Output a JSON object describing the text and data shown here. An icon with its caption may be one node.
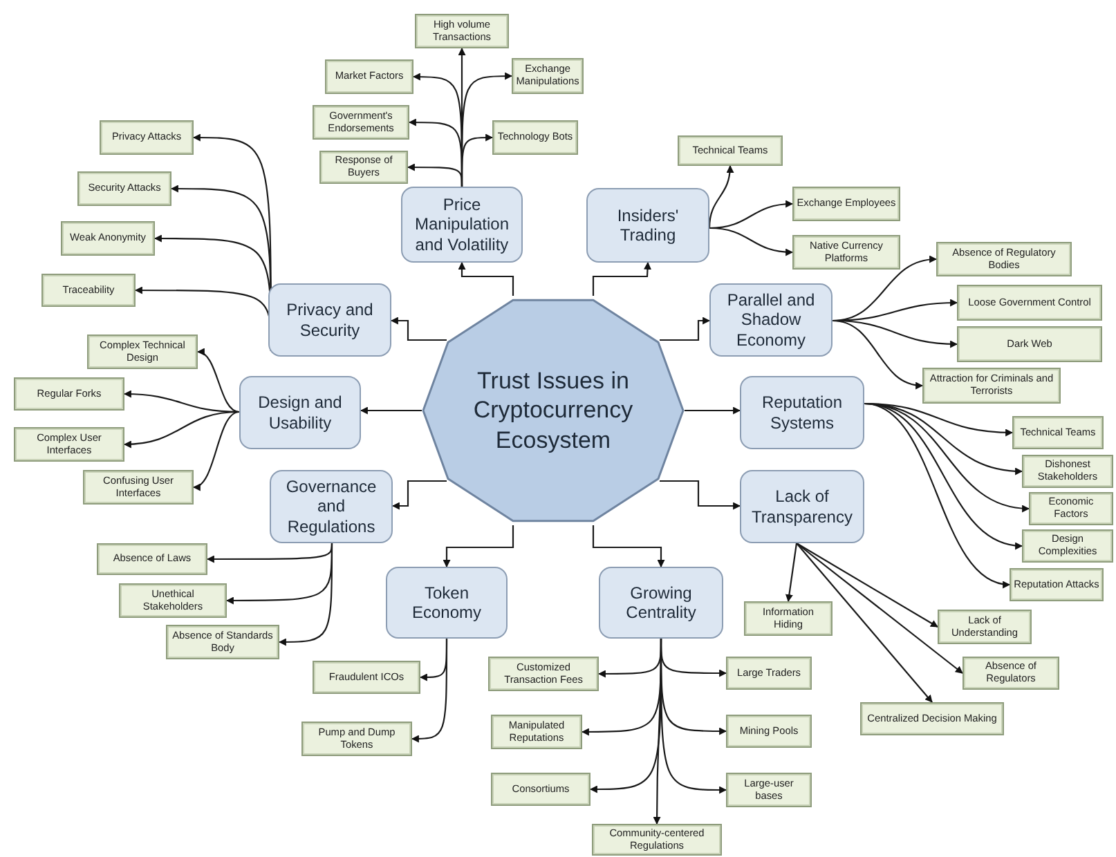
{
  "diagram": {
    "nodes": [
      {
        "text": [
          "Trust Issues in Cryptocurrency Ecosystem"
        ]
      },
      {
        "text": [
          "Price Manipulation and Volatility"
        ]
      },
      {
        "text": [
          "High volume Transactions"
        ]
      },
      {
        "text": [
          "Market Factors"
        ]
      },
      {
        "text": [
          "Exchange Manipulations"
        ]
      },
      {
        "text": [
          "Government's Endorsements"
        ]
      },
      {
        "text": [
          "Technology Bots"
        ]
      },
      {
        "text": [
          "Response of Buyers"
        ]
      },
      {
        "text": [
          "Insiders' Trading"
        ]
      },
      {
        "text": [
          "Technical Teams"
        ]
      },
      {
        "text": [
          "Exchange Employees"
        ]
      },
      {
        "text": [
          "Native Currency Platforms"
        ]
      },
      {
        "text": [
          "Parallel and Shadow Economy"
        ]
      },
      {
        "text": [
          "Absence of Regulatory Bodies"
        ]
      },
      {
        "text": [
          "Loose Government Control"
        ]
      },
      {
        "text": [
          "Dark Web"
        ]
      },
      {
        "text": [
          "Attraction for Criminals and Terrorists"
        ]
      },
      {
        "text": [
          "Reputation Systems"
        ]
      },
      {
        "text": [
          "Technical Teams"
        ]
      },
      {
        "text": [
          "Dishonest Stakeholders"
        ]
      },
      {
        "text": [
          "Economic Factors"
        ]
      },
      {
        "text": [
          "Design Complexities"
        ]
      },
      {
        "text": [
          "Reputation Attacks"
        ]
      },
      {
        "text": [
          "Lack of Transparency"
        ]
      },
      {
        "text": [
          "Information Hiding"
        ]
      },
      {
        "text": [
          "Lack of Understanding"
        ]
      },
      {
        "text": [
          "Absence of Regulators"
        ]
      },
      {
        "text": [
          "Centralized Decision Making"
        ]
      },
      {
        "text": [
          "Growing Centrality"
        ]
      },
      {
        "text": [
          "Customized Transaction Fees"
        ]
      },
      {
        "text": [
          "Large Traders"
        ]
      },
      {
        "text": [
          "Manipulated Reputations"
        ]
      },
      {
        "text": [
          "Mining Pools"
        ]
      },
      {
        "text": [
          "Consortiums"
        ]
      },
      {
        "text": [
          "Large-user bases"
        ]
      },
      {
        "text": [
          "Community-centered Regulations"
        ]
      },
      {
        "text": [
          "Token Economy"
        ]
      },
      {
        "text": [
          "Fraudulent ICOs"
        ]
      },
      {
        "text": [
          "Pump and Dump Tokens"
        ]
      },
      {
        "text": [
          "Governance and Regulations"
        ]
      },
      {
        "text": [
          "Absence of Laws"
        ]
      },
      {
        "text": [
          "Unethical Stakeholders"
        ]
      },
      {
        "text": [
          "Absence of Standards Body"
        ]
      },
      {
        "text": [
          "Design and Usability"
        ]
      },
      {
        "text": [
          "Complex Technical Design"
        ]
      },
      {
        "text": [
          "Regular Forks"
        ]
      },
      {
        "text": [
          "Complex User Interfaces"
        ]
      },
      {
        "text": [
          "Confusing User Interfaces"
        ]
      },
      {
        "text": [
          "Privacy and Security"
        ]
      },
      {
        "text": [
          "Privacy Attacks"
        ]
      },
      {
        "text": [
          "Security Attacks"
        ]
      },
      {
        "text": [
          "Weak Anonymity"
        ]
      },
      {
        "text": [
          "Traceability"
        ]
      }
    ],
    "edges": [
      {
        "from": 0,
        "to": 1,
        "arrow": "to"
      },
      {
        "from": 0,
        "to": 8,
        "arrow": "to"
      },
      {
        "from": 0,
        "to": 12,
        "arrow": "to"
      },
      {
        "from": 0,
        "to": 17,
        "arrow": "to"
      },
      {
        "from": 0,
        "to": 23,
        "arrow": "to"
      },
      {
        "from": 0,
        "to": 28,
        "arrow": "to"
      },
      {
        "from": 0,
        "to": 36,
        "arrow": "to"
      },
      {
        "from": 0,
        "to": 39,
        "arrow": "to"
      },
      {
        "from": 0,
        "to": 43,
        "arrow": "to"
      },
      {
        "from": 0,
        "to": 48,
        "arrow": "to"
      },
      {
        "from": 1,
        "to": 2,
        "arrow": "to"
      },
      {
        "from": 1,
        "to": 3,
        "arrow": "to"
      },
      {
        "from": 1,
        "to": 4,
        "arrow": "to"
      },
      {
        "from": 1,
        "to": 5,
        "arrow": "to"
      },
      {
        "from": 1,
        "to": 6,
        "arrow": "to"
      },
      {
        "from": 1,
        "to": 7,
        "arrow": "to"
      },
      {
        "from": 8,
        "to": 9,
        "arrow": "to"
      },
      {
        "from": 8,
        "to": 10,
        "arrow": "to"
      },
      {
        "from": 8,
        "to": 11,
        "arrow": "to"
      },
      {
        "from": 12,
        "to": 13,
        "arrow": "to"
      },
      {
        "from": 12,
        "to": 14,
        "arrow": "to"
      },
      {
        "from": 12,
        "to": 15,
        "arrow": "to"
      },
      {
        "from": 12,
        "to": 16,
        "arrow": "to"
      },
      {
        "from": 17,
        "to": 18,
        "arrow": "to"
      },
      {
        "from": 17,
        "to": 19,
        "arrow": "to"
      },
      {
        "from": 17,
        "to": 20,
        "arrow": "to"
      },
      {
        "from": 17,
        "to": 21,
        "arrow": "to"
      },
      {
        "from": 17,
        "to": 22,
        "arrow": "to"
      },
      {
        "from": 23,
        "to": 24,
        "arrow": "to"
      },
      {
        "from": 23,
        "to": 25,
        "arrow": "to"
      },
      {
        "from": 23,
        "to": 26,
        "arrow": "to"
      },
      {
        "from": 23,
        "to": 27,
        "arrow": "to"
      },
      {
        "from": 28,
        "to": 29,
        "arrow": "to"
      },
      {
        "from": 28,
        "to": 30,
        "arrow": "to"
      },
      {
        "from": 28,
        "to": 31,
        "arrow": "to"
      },
      {
        "from": 28,
        "to": 32,
        "arrow": "to"
      },
      {
        "from": 28,
        "to": 33,
        "arrow": "to"
      },
      {
        "from": 28,
        "to": 34,
        "arrow": "to"
      },
      {
        "from": 28,
        "to": 35,
        "arrow": "to"
      },
      {
        "from": 36,
        "to": 37,
        "arrow": "to"
      },
      {
        "from": 36,
        "to": 38,
        "arrow": "to"
      },
      {
        "from": 39,
        "to": 40,
        "arrow": "to"
      },
      {
        "from": 39,
        "to": 41,
        "arrow": "to"
      },
      {
        "from": 39,
        "to": 42,
        "arrow": "to"
      },
      {
        "from": 43,
        "to": 44,
        "arrow": "to"
      },
      {
        "from": 43,
        "to": 45,
        "arrow": "to"
      },
      {
        "from": 43,
        "to": 46,
        "arrow": "to"
      },
      {
        "from": 43,
        "to": 47,
        "arrow": "to"
      },
      {
        "from": 48,
        "to": 49,
        "arrow": "to"
      },
      {
        "from": 48,
        "to": 50,
        "arrow": "to"
      },
      {
        "from": 48,
        "to": 51,
        "arrow": "to"
      },
      {
        "from": 48,
        "to": 52,
        "arrow": "to"
      }
    ]
  }
}
